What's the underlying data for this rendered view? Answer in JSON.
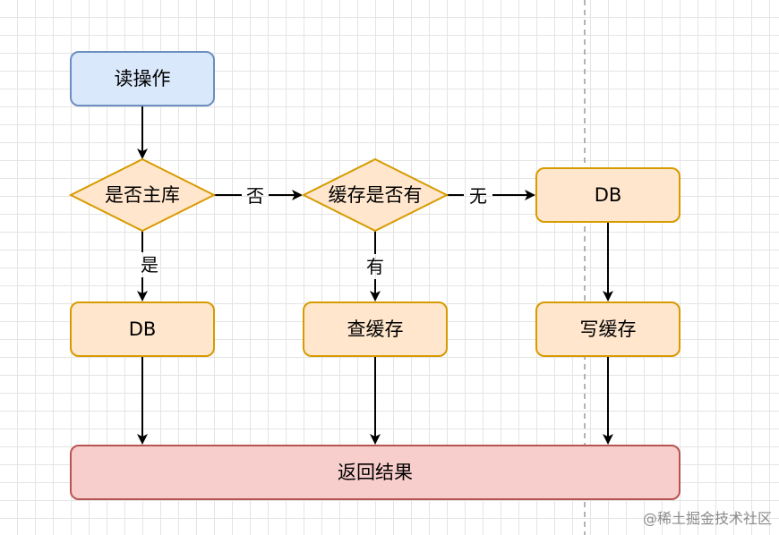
{
  "nodes": {
    "read_op": "读操作",
    "is_master": "是否主库",
    "has_cache": "缓存是否有",
    "db_right": "DB",
    "db_left": "DB",
    "query_cache": "查缓存",
    "write_cache": "写缓存",
    "return_result": "返回结果"
  },
  "edges": {
    "no": "否",
    "none": "无",
    "yes": "是",
    "has": "有"
  },
  "watermark": "@稀土掘金技术社区",
  "colors": {
    "blue_fill": "#dae8fc",
    "blue_stroke": "#6c8ebf",
    "orange_fill": "#ffe6cc",
    "orange_stroke": "#d79b00",
    "red_fill": "#f8cecc",
    "red_stroke": "#b85450"
  }
}
